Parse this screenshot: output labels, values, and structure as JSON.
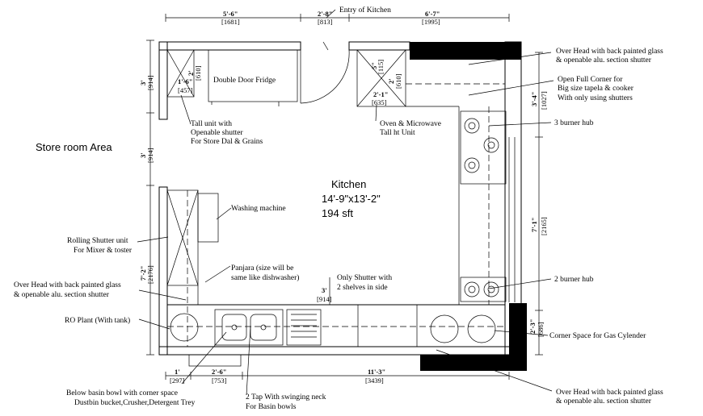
{
  "room": {
    "title": "Kitchen",
    "size": "14'-9\"x13'-2\"",
    "area": "194 sft"
  },
  "store_room": "Store room Area",
  "entry": "Entry of Kitchen",
  "labels": {
    "fridge": "Double Door Fridge",
    "tall_unit_1": "Tall unit with",
    "tall_unit_2": "Openable shutter",
    "tall_unit_3": "For Store Dal & Grains",
    "oven_1": "Oven & Microwave",
    "oven_2": "Tall ht Unit",
    "overhead_tr_1": "Over Head  with back painted glass",
    "overhead_tr_2": "& openable alu. section shutter",
    "corner_1": "Open Full Corner for",
    "corner_2": "Big size tapela & cooker",
    "corner_3": "With only using shutters",
    "hub3": "3 burner hub",
    "hub2": "2 burner hub",
    "washing": "Washing machine",
    "rolling_1": "Rolling Shutter unit",
    "rolling_2": "For Mixer & toster",
    "panjara_1": "Panjara (size will be",
    "panjara_2": "same like  dishwasher)",
    "only_shutter_1": "Only  Shutter with",
    "only_shutter_2": "2 shelves in side",
    "overhead_l_1": "Over Head  with back painted glass",
    "overhead_l_2": "& openable alu. section shutter",
    "ro": "RO Plant (With tank)",
    "gas": "Corner Space for Gas Cylender",
    "overhead_br_1": "Over Head  with back painted glass",
    "overhead_br_2": "& openable alu. section shutter",
    "below_basin_1": "Below basin bowl with corner space",
    "below_basin_2": "Dustbin bucket,Crusher,Detergent  Trey",
    "tap_1": "2 Tap With swinging neck",
    "tap_2": "For Basin bowls"
  },
  "dimensions": {
    "top_left": "5'-6\"",
    "top_left_mm": "[1681]",
    "top_mid": "2'-8\"",
    "top_mid_mm": "[813]",
    "top_right": "6'-7\"",
    "top_right_mm": "[1995]",
    "left_1": "3'",
    "left_1_mm": "[914]",
    "left_2": "3'",
    "left_2_mm": "[914]",
    "left_3": "7'-2\"",
    "left_3_mm": "[2176]",
    "right_1": "3'-4\"",
    "right_1_mm": "[1027]",
    "right_2": "7'-1\"",
    "right_2_mm": "[2165]",
    "right_3": "2'-3\"",
    "right_3_mm": "[686]",
    "bot_1": "1'",
    "bot_1_mm": "[297]",
    "bot_2": "2'-6\"",
    "bot_2_mm": "[753]",
    "bot_3": "11'-3\"",
    "bot_3_mm": "[3439]",
    "tall_w": "1'-6\"",
    "tall_w_mm": "[457]",
    "tall_d": "2'",
    "tall_d_mm": "[610]",
    "oven_h": "5\"",
    "oven_h_mm": "[115]",
    "oven_d": "2'",
    "oven_d_mm": "[610]",
    "oven_w": "2'-1\"",
    "oven_w_mm": "[635]",
    "shutter_w": "3'",
    "shutter_w_mm": "[914]"
  }
}
